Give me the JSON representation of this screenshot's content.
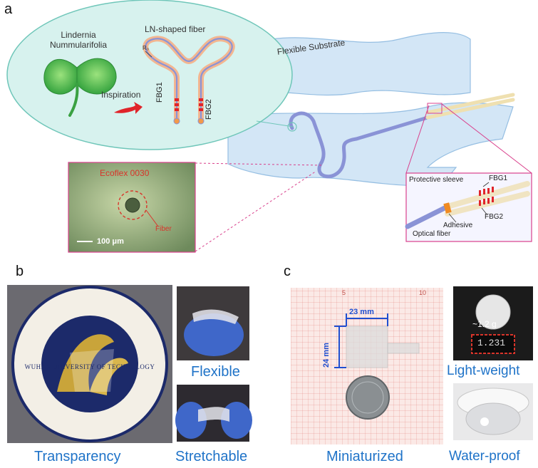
{
  "panels": {
    "a": "a",
    "b": "b",
    "c": "c"
  },
  "panel_a": {
    "plant_name_line1": "Lindernia",
    "plant_name_line2": "Nummularifolia",
    "fiber_title": "LN-shaped fiber",
    "radius_label": "R₀",
    "inspiration": "Inspiration",
    "fbg1_vertical": "FBG1",
    "fbg2_vertical": "FBG2",
    "substrate_label": "Flexible Substrate",
    "micro_material": "Ecoflex 0030",
    "micro_fiber": "Fiber",
    "micro_scale": "100 μm",
    "detail_sleeve": "Protective sleeve",
    "detail_fbg1": "FBG1",
    "detail_fbg2": "FBG2",
    "detail_adhesive": "Adhesive",
    "detail_optical": "Optical fiber"
  },
  "panel_b": {
    "logo_text": "WUHAN UNIVERSITY OF TECHNOLOGY",
    "caption_transparency": "Transparency",
    "caption_flexible": "Flexible",
    "caption_stretchable": "Stretchable"
  },
  "panel_c": {
    "grid_tick_5": "5",
    "grid_tick_10": "10",
    "dim_width": "23 mm",
    "dim_height": "24 mm",
    "weight": "~1.2 g",
    "scale_readout": "1.231",
    "caption_miniaturized": "Miniaturized",
    "caption_lightweight": "Light-weight",
    "caption_waterproof": "Water-proof"
  },
  "colors": {
    "caption_blue": "#1f73c8",
    "fbg_red": "#e0242a",
    "magenta": "#d9408c",
    "substrate": "#bcd9f2"
  }
}
